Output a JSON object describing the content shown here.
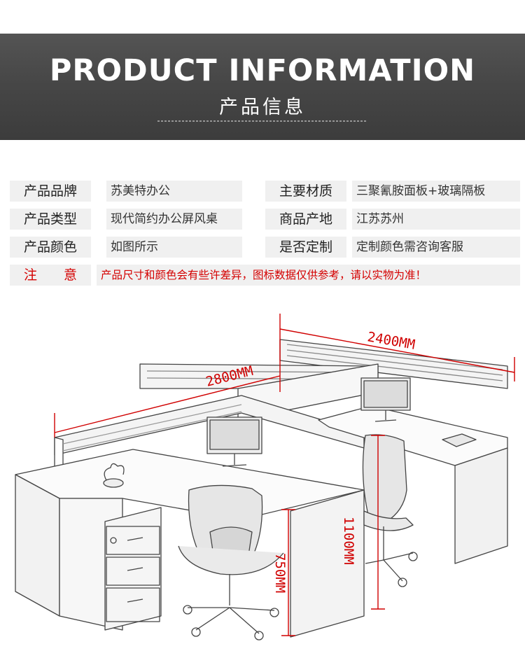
{
  "banner": {
    "title": "PRODUCT INFORMATION",
    "subtitle": "产品信息"
  },
  "specs": {
    "brand_label": "产品品牌",
    "brand_value": "苏美特办公",
    "material_label": "主要材质",
    "material_value": "三聚氰胺面板+玻璃隔板",
    "type_label": "产品类型",
    "type_value": "现代简约办公屏风桌",
    "origin_label": "商品产地",
    "origin_value": "江苏苏州",
    "color_label": "产品颜色",
    "color_value": "如图所示",
    "custom_label": "是否定制",
    "custom_value": "定制颜色需咨询客服",
    "note_label": "注　　意",
    "note_value": "产品尺寸和颜色会有些许差异，图标数据仅供参考，请以实物为准！"
  },
  "dimensions": {
    "width_a": "2800MM",
    "width_b": "2400MM",
    "height_total": "1100MM",
    "height_desk": "750MM"
  },
  "colors": {
    "accent_red": "#d40000",
    "banner_bg": "#474747",
    "cell_bg": "#f0f0f0"
  }
}
